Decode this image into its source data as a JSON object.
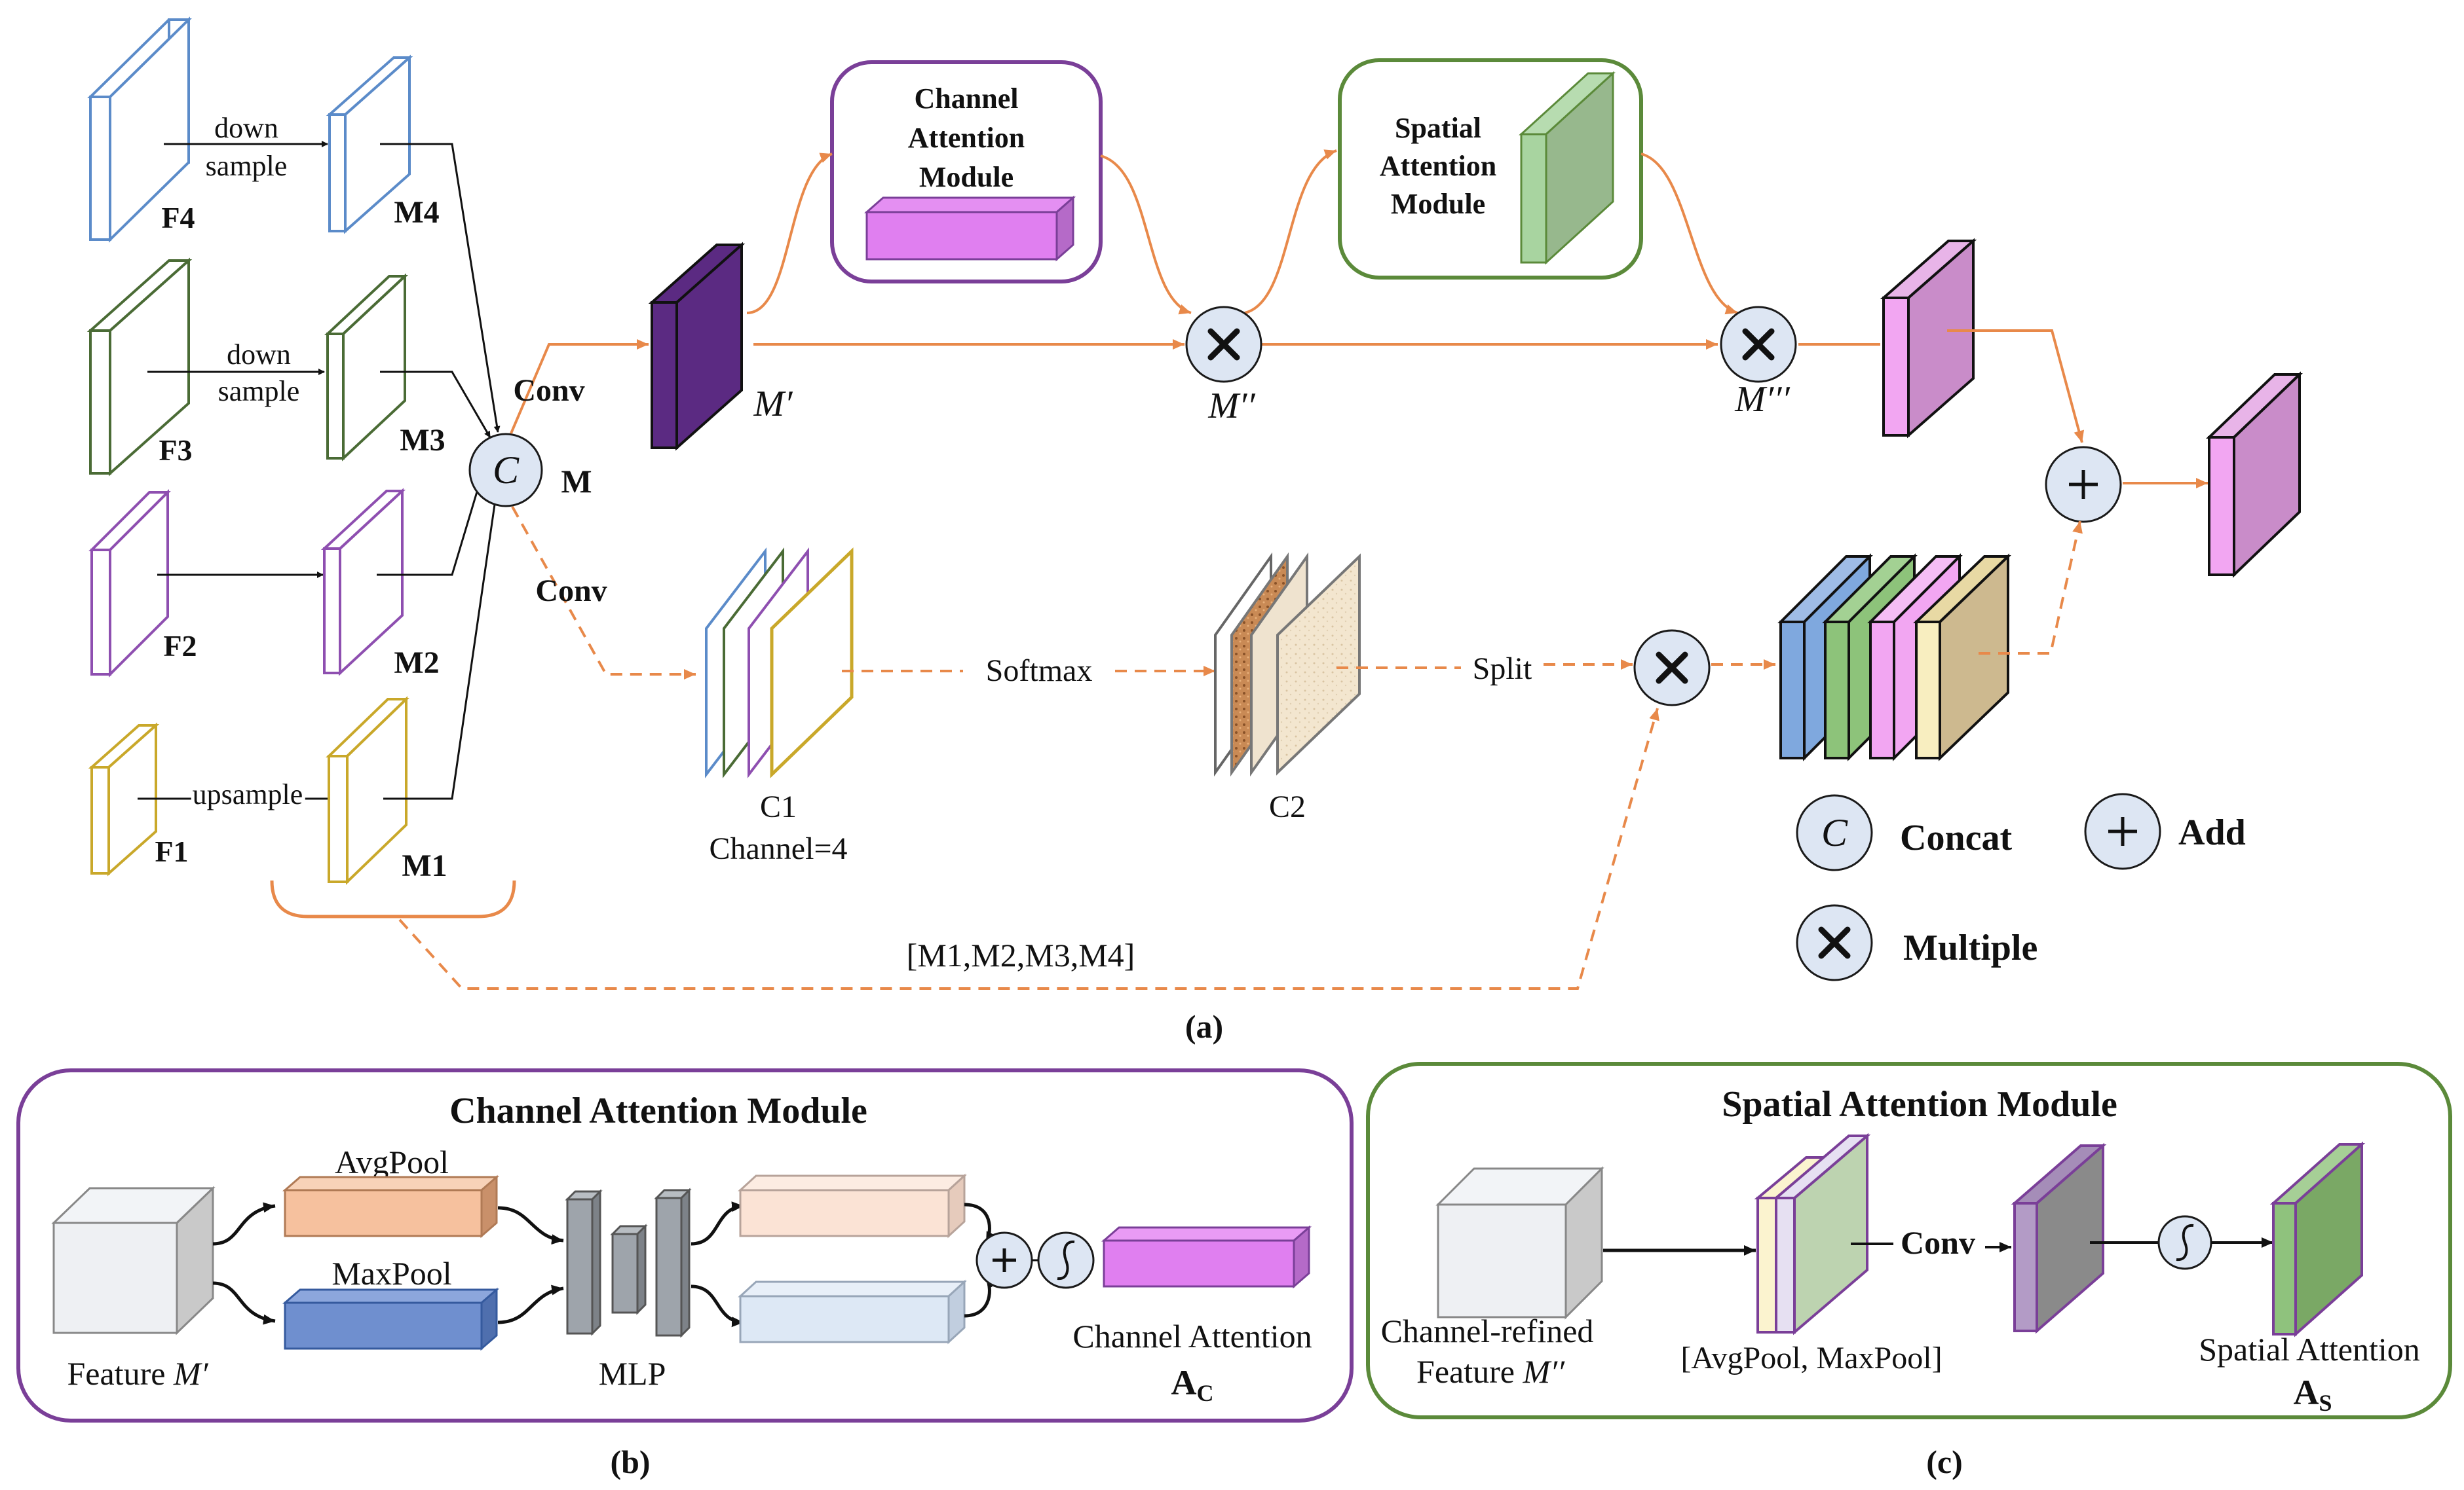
{
  "panel_a": {
    "features": {
      "f4": "F4",
      "f3": "F3",
      "f2": "F2",
      "f1": "F1"
    },
    "maps": {
      "m4": "M4",
      "m3": "M3",
      "m2": "M2",
      "m1": "M1"
    },
    "down1": "down",
    "sample1": "sample",
    "down2": "down",
    "sample2": "sample",
    "upsample": "upsample",
    "concat_symbol": "C",
    "m_label": "M",
    "conv_top": "Conv",
    "conv_bottom": "Conv",
    "cam_box": [
      "Channel",
      "Attention",
      "Module"
    ],
    "sam_box": [
      "Spatial",
      "Attention",
      "Module"
    ],
    "m_prime": "M′",
    "m_dprime": "M′′",
    "m_tprime": "M′′′",
    "softmax": "Softmax",
    "split": "Split",
    "c1": "C1",
    "channel4": "Channel=4",
    "c2": "C2",
    "list_label": "[M1,M2,M3,M4]",
    "caption": "(a)",
    "legend": {
      "concat": "Concat",
      "add": "Add",
      "multiple": "Multiple"
    }
  },
  "panel_b": {
    "title": "Channel Attention Module",
    "avgpool": "AvgPool",
    "maxpool": "MaxPool",
    "feature_prefix": "Feature",
    "feature_var": "M′",
    "mlp": "MLP",
    "out_label": "Channel Attention",
    "out_var": "A",
    "out_sub": "C",
    "caption": "(b)"
  },
  "panel_c": {
    "title": "Spatial Attention Module",
    "in_line1": "Channel-refined",
    "in_line2_prefix": "Feature",
    "in_var": "M′′",
    "pool_label": "[AvgPool,  MaxPool]",
    "conv": "Conv",
    "out_label": "Spatial Attention",
    "out_var": "A",
    "out_sub": "S",
    "caption": "(c)"
  },
  "colors": {
    "orange": "#e8894a",
    "purple_frame": "#7a3f98",
    "green_frame": "#5b8a3a",
    "blue_map": "#5b8bc9",
    "green_map": "#4a6b35",
    "violet_map": "#8e4fb0",
    "yellow_map": "#c9a82a",
    "dark_purple": "#5b2a82",
    "pink": "#f2a6f2",
    "magenta": "#e07ff0",
    "light_green": "#a8d4a0"
  }
}
